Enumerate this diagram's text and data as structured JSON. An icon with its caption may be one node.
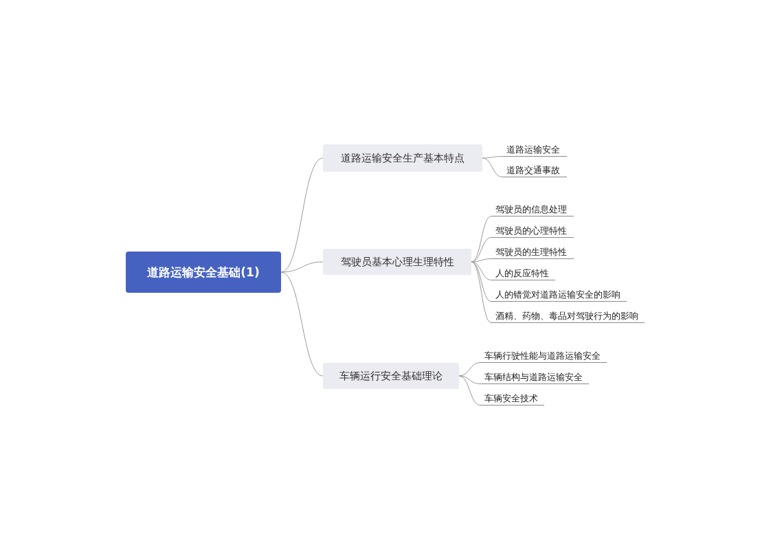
{
  "diagram": {
    "nodes": [
      {
        "text": [
          "道路运输安全基础(1)"
        ]
      },
      {
        "text": [
          "道路运输安全生产基本特点"
        ]
      },
      {
        "text": [
          "道路运输安全"
        ]
      },
      {
        "text": [
          "道路交通事故"
        ]
      },
      {
        "text": [
          "驾驶员基本心理生理特性"
        ]
      },
      {
        "text": [
          "驾驶员的信息处理"
        ]
      },
      {
        "text": [
          "驾驶员的心理特性"
        ]
      },
      {
        "text": [
          "驾驶员的生理特性"
        ]
      },
      {
        "text": [
          "人的反应特性"
        ]
      },
      {
        "text": [
          "人的错觉对道路运输安全的影响"
        ]
      },
      {
        "text": [
          "酒精、药物、毒品对驾驶行为的影响"
        ]
      },
      {
        "text": [
          "车辆运行安全基础理论"
        ]
      },
      {
        "text": [
          "车辆行驶性能与道路运输安全"
        ]
      },
      {
        "text": [
          "车辆结构与道路运输安全"
        ]
      },
      {
        "text": [
          "车辆安全技术"
        ]
      }
    ],
    "edges": [
      {
        "from": 0,
        "to": 1,
        "arrow": "none"
      },
      {
        "from": 0,
        "to": 4,
        "arrow": "none"
      },
      {
        "from": 0,
        "to": 11,
        "arrow": "none"
      },
      {
        "from": 1,
        "to": 2,
        "arrow": "none"
      },
      {
        "from": 1,
        "to": 3,
        "arrow": "none"
      },
      {
        "from": 4,
        "to": 5,
        "arrow": "none"
      },
      {
        "from": 4,
        "to": 6,
        "arrow": "none"
      },
      {
        "from": 4,
        "to": 7,
        "arrow": "none"
      },
      {
        "from": 4,
        "to": 8,
        "arrow": "none"
      },
      {
        "from": 4,
        "to": 9,
        "arrow": "none"
      },
      {
        "from": 4,
        "to": 10,
        "arrow": "none"
      },
      {
        "from": 11,
        "to": 12,
        "arrow": "none"
      },
      {
        "from": 11,
        "to": 13,
        "arrow": "none"
      },
      {
        "from": 11,
        "to": 14,
        "arrow": "none"
      }
    ]
  }
}
